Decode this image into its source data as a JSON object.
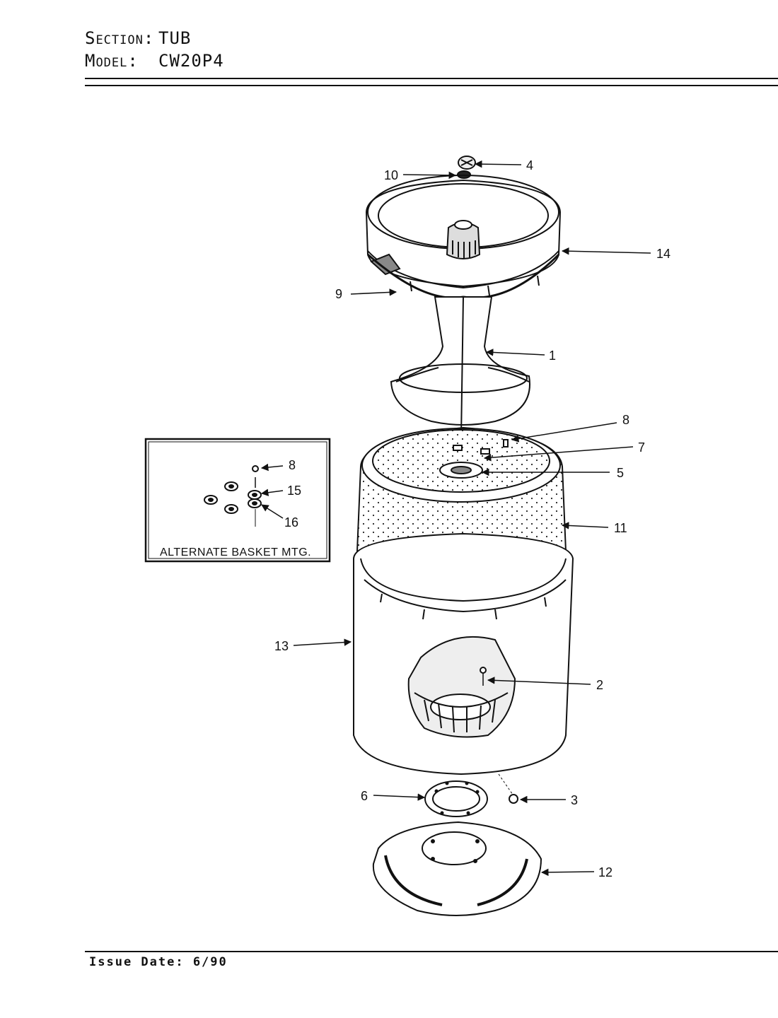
{
  "header": {
    "section_label": "Section:",
    "section_value": "TUB",
    "model_label": "Model:",
    "model_value": "CW20P4"
  },
  "footer": {
    "issue": "Issue Date: 6/90"
  },
  "inset": {
    "title": "ALTERNATE BASKET MTG.",
    "callouts": {
      "c8": "8",
      "c15": "15",
      "c16": "16"
    }
  },
  "callouts": {
    "c1": "1",
    "c2": "2",
    "c3": "3",
    "c4": "4",
    "c5": "5",
    "c6": "6",
    "c7": "7",
    "c8": "8",
    "c9": "9",
    "c10": "10",
    "c11": "11",
    "c12": "12",
    "c13": "13",
    "c14": "14"
  }
}
